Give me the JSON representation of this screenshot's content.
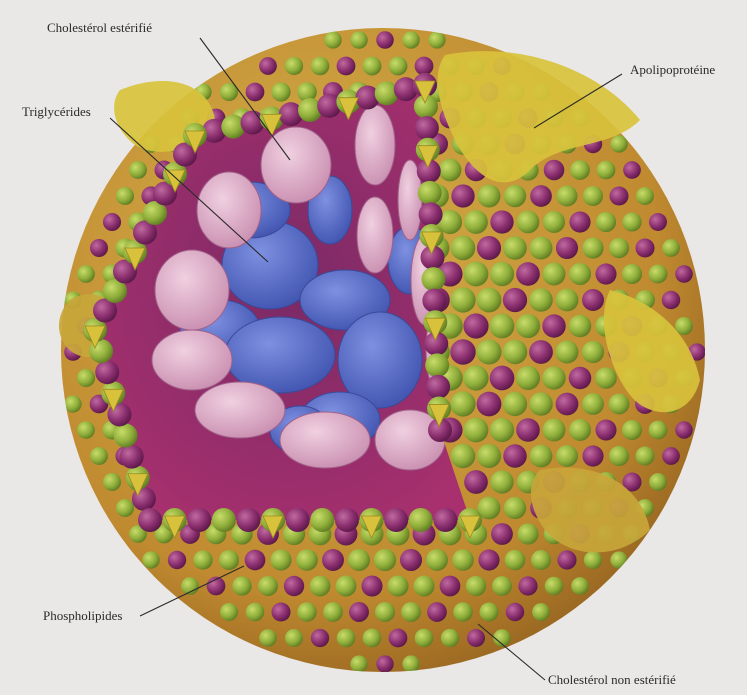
{
  "labels": {
    "cholesterol_esterified": "Cholestérol estérifié",
    "triglycerides": "Triglycérides",
    "apolipoprotein": "Apolipoprotéine",
    "phospholipids": "Phospholipides",
    "cholesterol_free": "Cholestérol non estérifié"
  },
  "colors": {
    "background": "#e9e8e6",
    "phospholipid_green": "#8fae3a",
    "phospholipid_purple": "#8a2e6e",
    "apolipoprotein_yellow": "#d8c23c",
    "core_magenta": "#a03070",
    "cholesterol_ester_pink": "#d9a6c2",
    "triglyceride_blue": "#5b6fc9",
    "outer_shell_tan": "#c89a3c"
  }
}
